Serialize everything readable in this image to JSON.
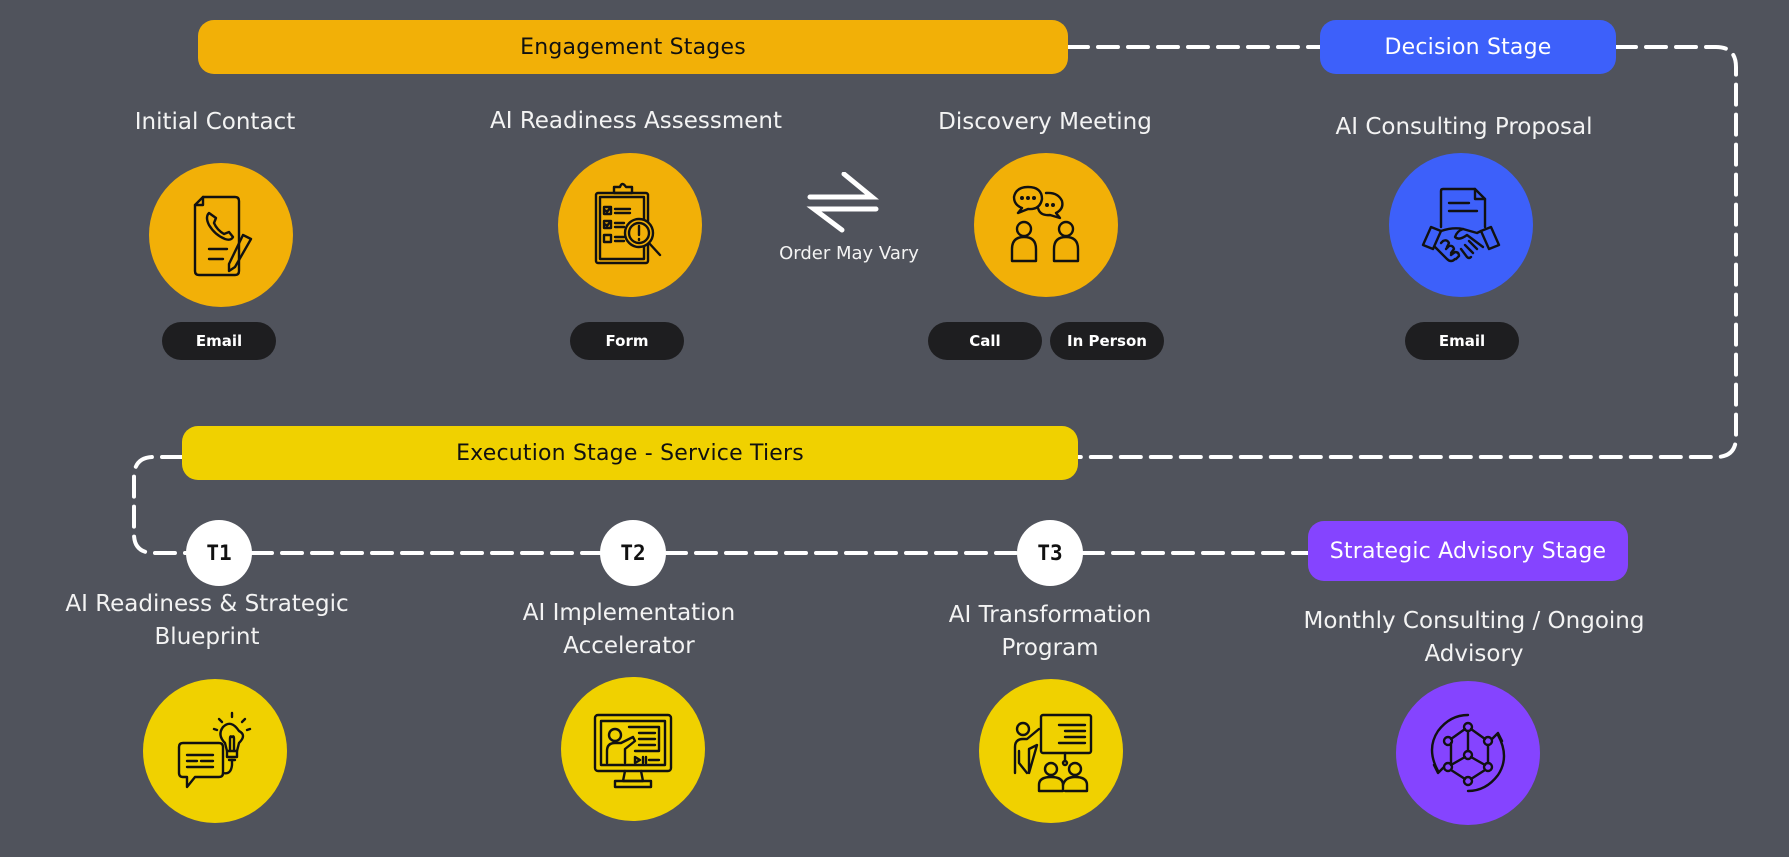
{
  "colors": {
    "background": "#50535c",
    "engagement": "#f2b007",
    "decision": "#3d60fa",
    "execution": "#f0d100",
    "advisory": "#8544ff",
    "chip": "#1e1e20",
    "connector": "#ffffff"
  },
  "stages": {
    "engagement": {
      "title": "Engagement Stages"
    },
    "decision": {
      "title": "Decision Stage"
    },
    "execution": {
      "title": "Execution Stage - Service Tiers"
    },
    "advisory": {
      "title": "Strategic Advisory Stage"
    }
  },
  "engagement_steps": [
    {
      "label": "Initial Contact",
      "icon": "contact-document-phone-icon",
      "channels": [
        "Email"
      ]
    },
    {
      "label": "AI Readiness Assessment",
      "icon": "clipboard-checklist-magnifier-icon",
      "channels": [
        "Form"
      ]
    },
    {
      "label": "Discovery Meeting",
      "icon": "people-conversation-icon",
      "channels": [
        "Call",
        "In Person"
      ]
    }
  ],
  "order_note": {
    "icon": "swap-arrows-icon",
    "text": "Order May Vary"
  },
  "decision_step": {
    "label": "AI Consulting Proposal",
    "icon": "handshake-document-icon",
    "channels": [
      "Email"
    ]
  },
  "tiers": [
    {
      "badge": "T1",
      "label_line1": "AI Readiness & Strategic",
      "label_line2": "Blueprint",
      "icon": "lightbulb-speech-bubble-icon"
    },
    {
      "badge": "T2",
      "label_line1": "AI Implementation",
      "label_line2": "Accelerator",
      "icon": "monitor-presentation-icon"
    },
    {
      "badge": "T3",
      "label_line1": "AI Transformation",
      "label_line2": "Program",
      "icon": "trainer-audience-icon"
    }
  ],
  "advisory_step": {
    "label_line1": "Monthly Consulting / Ongoing",
    "label_line2": "Advisory",
    "icon": "network-cycle-icon"
  }
}
